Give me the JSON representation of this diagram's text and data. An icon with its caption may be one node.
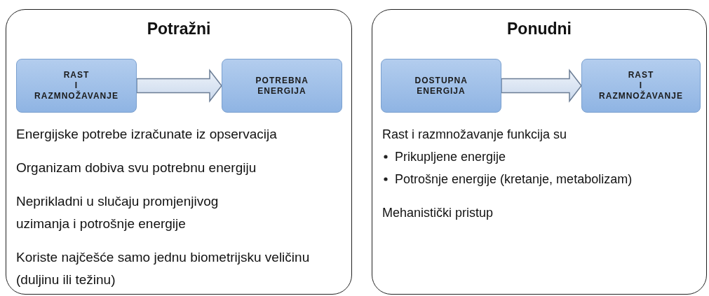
{
  "diagram": {
    "nodes": [
      {
        "text": [
          "Potražni",
          "Energijske potrebe izračunate iz opservacija",
          "Organizam dobiva svu potrebnu energiju",
          "Neprikladni u slučaju promjenjivog uzimanja  i potrošnje energije",
          "Koriste najčešće samo jednu biometrijsku veličinu (duljinu ili težinu)"
        ]
      },
      {
        "text": [
          "RAST I RAZMNOŽAVANJE"
        ],
        "in": 0
      },
      {
        "text": [
          "POTREBNA ENERGIJA"
        ],
        "in": 0
      },
      {
        "text": [
          "Ponudni",
          "Rast i razmnožavanje funkcija su",
          "Prikupljene energije",
          "Potrošnje energije (kretanje, metabolizam)",
          "Mehanistički pristup"
        ]
      },
      {
        "text": [
          "DOSTUPNA ENERGIJA"
        ],
        "in": 3
      },
      {
        "text": [
          "RAST I RAZMNOŽAVANJE"
        ],
        "in": 3
      }
    ],
    "edges": [
      {
        "from": 1,
        "to": 2,
        "arrow": "to"
      },
      {
        "from": 4,
        "to": 5,
        "arrow": "to"
      }
    ]
  }
}
